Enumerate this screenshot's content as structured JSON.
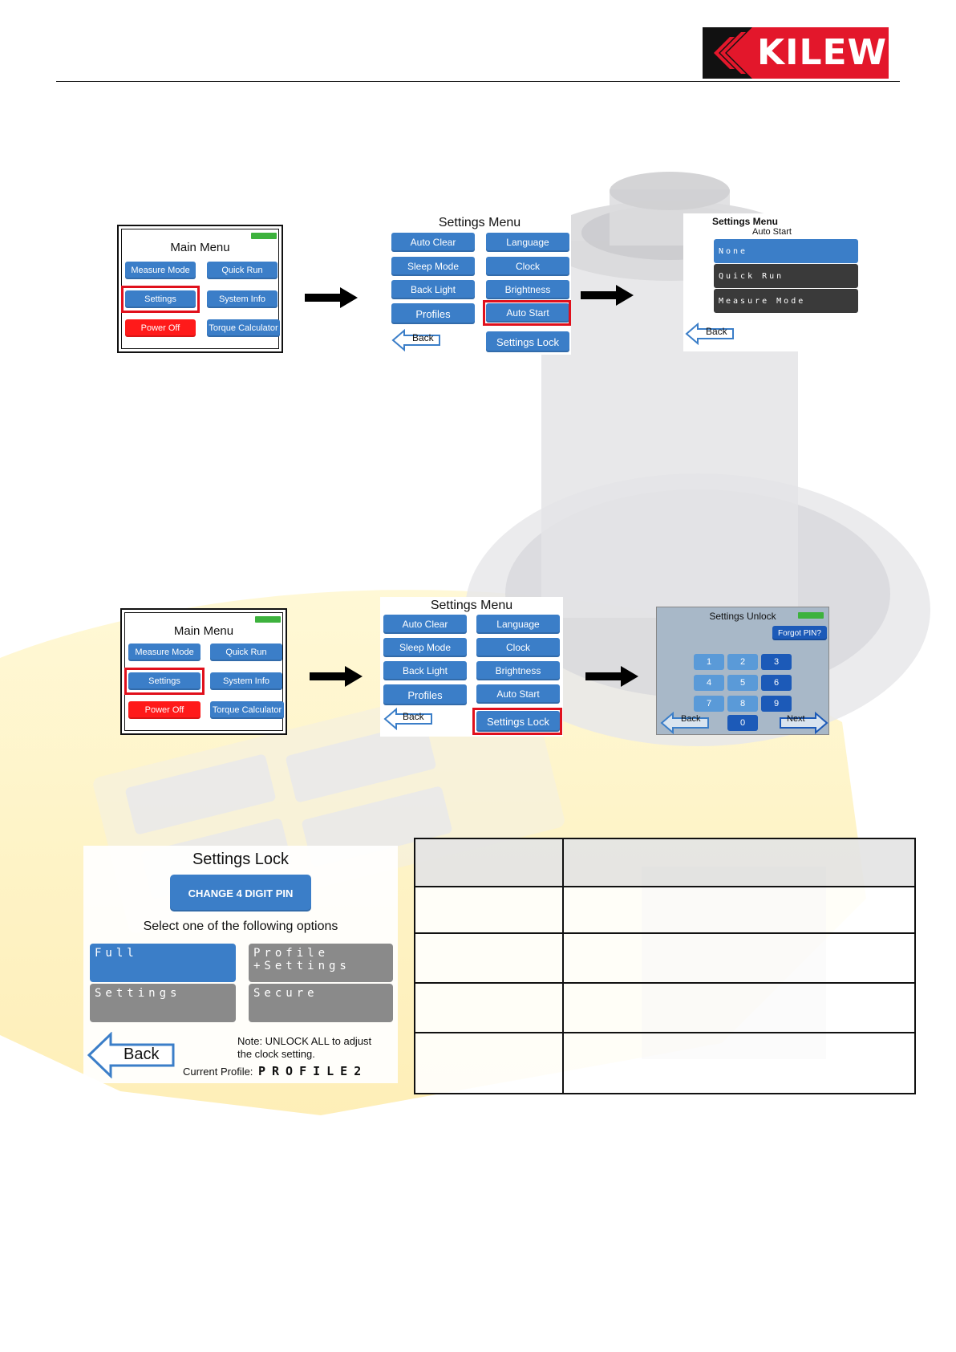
{
  "brand": {
    "name": "KILEWS"
  },
  "row1": {
    "main_menu": {
      "title": "Main Menu",
      "buttons": [
        "Measure Mode",
        "Quick Run",
        "Settings",
        "System Info",
        "Power Off",
        "Torque Calculator"
      ]
    },
    "settings_menu": {
      "title": "Settings Menu",
      "left": [
        "Auto Clear",
        "Sleep Mode",
        "Back Light",
        "Profiles"
      ],
      "right": [
        "Language",
        "Clock",
        "Brightness",
        "Auto Start",
        "Settings Lock"
      ],
      "back": "Back"
    },
    "auto_start": {
      "title": "Settings Menu",
      "subtitle": "Auto Start",
      "options": [
        "None",
        "Quick Run",
        "Measure Mode"
      ],
      "back": "Back"
    }
  },
  "row2": {
    "main_menu": {
      "title": "Main Menu",
      "buttons": [
        "Measure Mode",
        "Quick Run",
        "Settings",
        "System Info",
        "Power Off",
        "Torque Calculator"
      ]
    },
    "settings_menu": {
      "title": "Settings Menu",
      "left": [
        "Auto Clear",
        "Sleep Mode",
        "Back Light",
        "Profiles"
      ],
      "right": [
        "Language",
        "Clock",
        "Brightness",
        "Auto Start",
        "Settings Lock"
      ],
      "back": "Back"
    },
    "unlock": {
      "title": "Settings Unlock",
      "forgot": "Forgot PIN?",
      "keys": [
        "1",
        "2",
        "3",
        "4",
        "5",
        "6",
        "7",
        "8",
        "9",
        "0"
      ],
      "back": "Back",
      "next": "Next"
    }
  },
  "settings_lock": {
    "title": "Settings Lock",
    "change_pin": "CHANGE 4 DIGIT PIN",
    "prompt": "Select one of the following options",
    "options": [
      "Full",
      "Profile\n+Settings",
      "Settings",
      "Secure"
    ],
    "back": "Back",
    "note_line1": "Note: UNLOCK ALL to adjust",
    "note_line2": "the clock setting.",
    "profile_label": "Current Profile:",
    "profile_value": "PROFILE2"
  },
  "colors": {
    "button_blue": "#3b7ec8",
    "highlight_red": "#e0101c",
    "power_red": "#ff1a1a",
    "option_gray": "#8a8a8a",
    "option_dark": "#3a3a3a"
  }
}
